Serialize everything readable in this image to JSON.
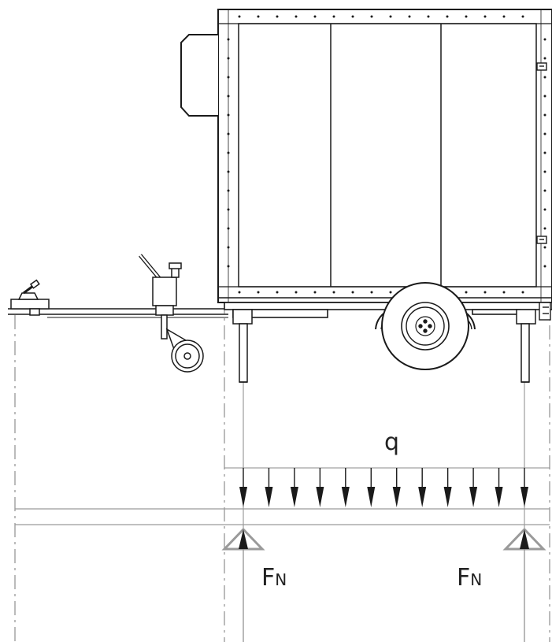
{
  "load_label": "q",
  "reaction_left": {
    "main": "F",
    "sub": "N"
  },
  "reaction_right": {
    "main": "F",
    "sub": "N"
  },
  "distributed_load_arrow_count": 12
}
